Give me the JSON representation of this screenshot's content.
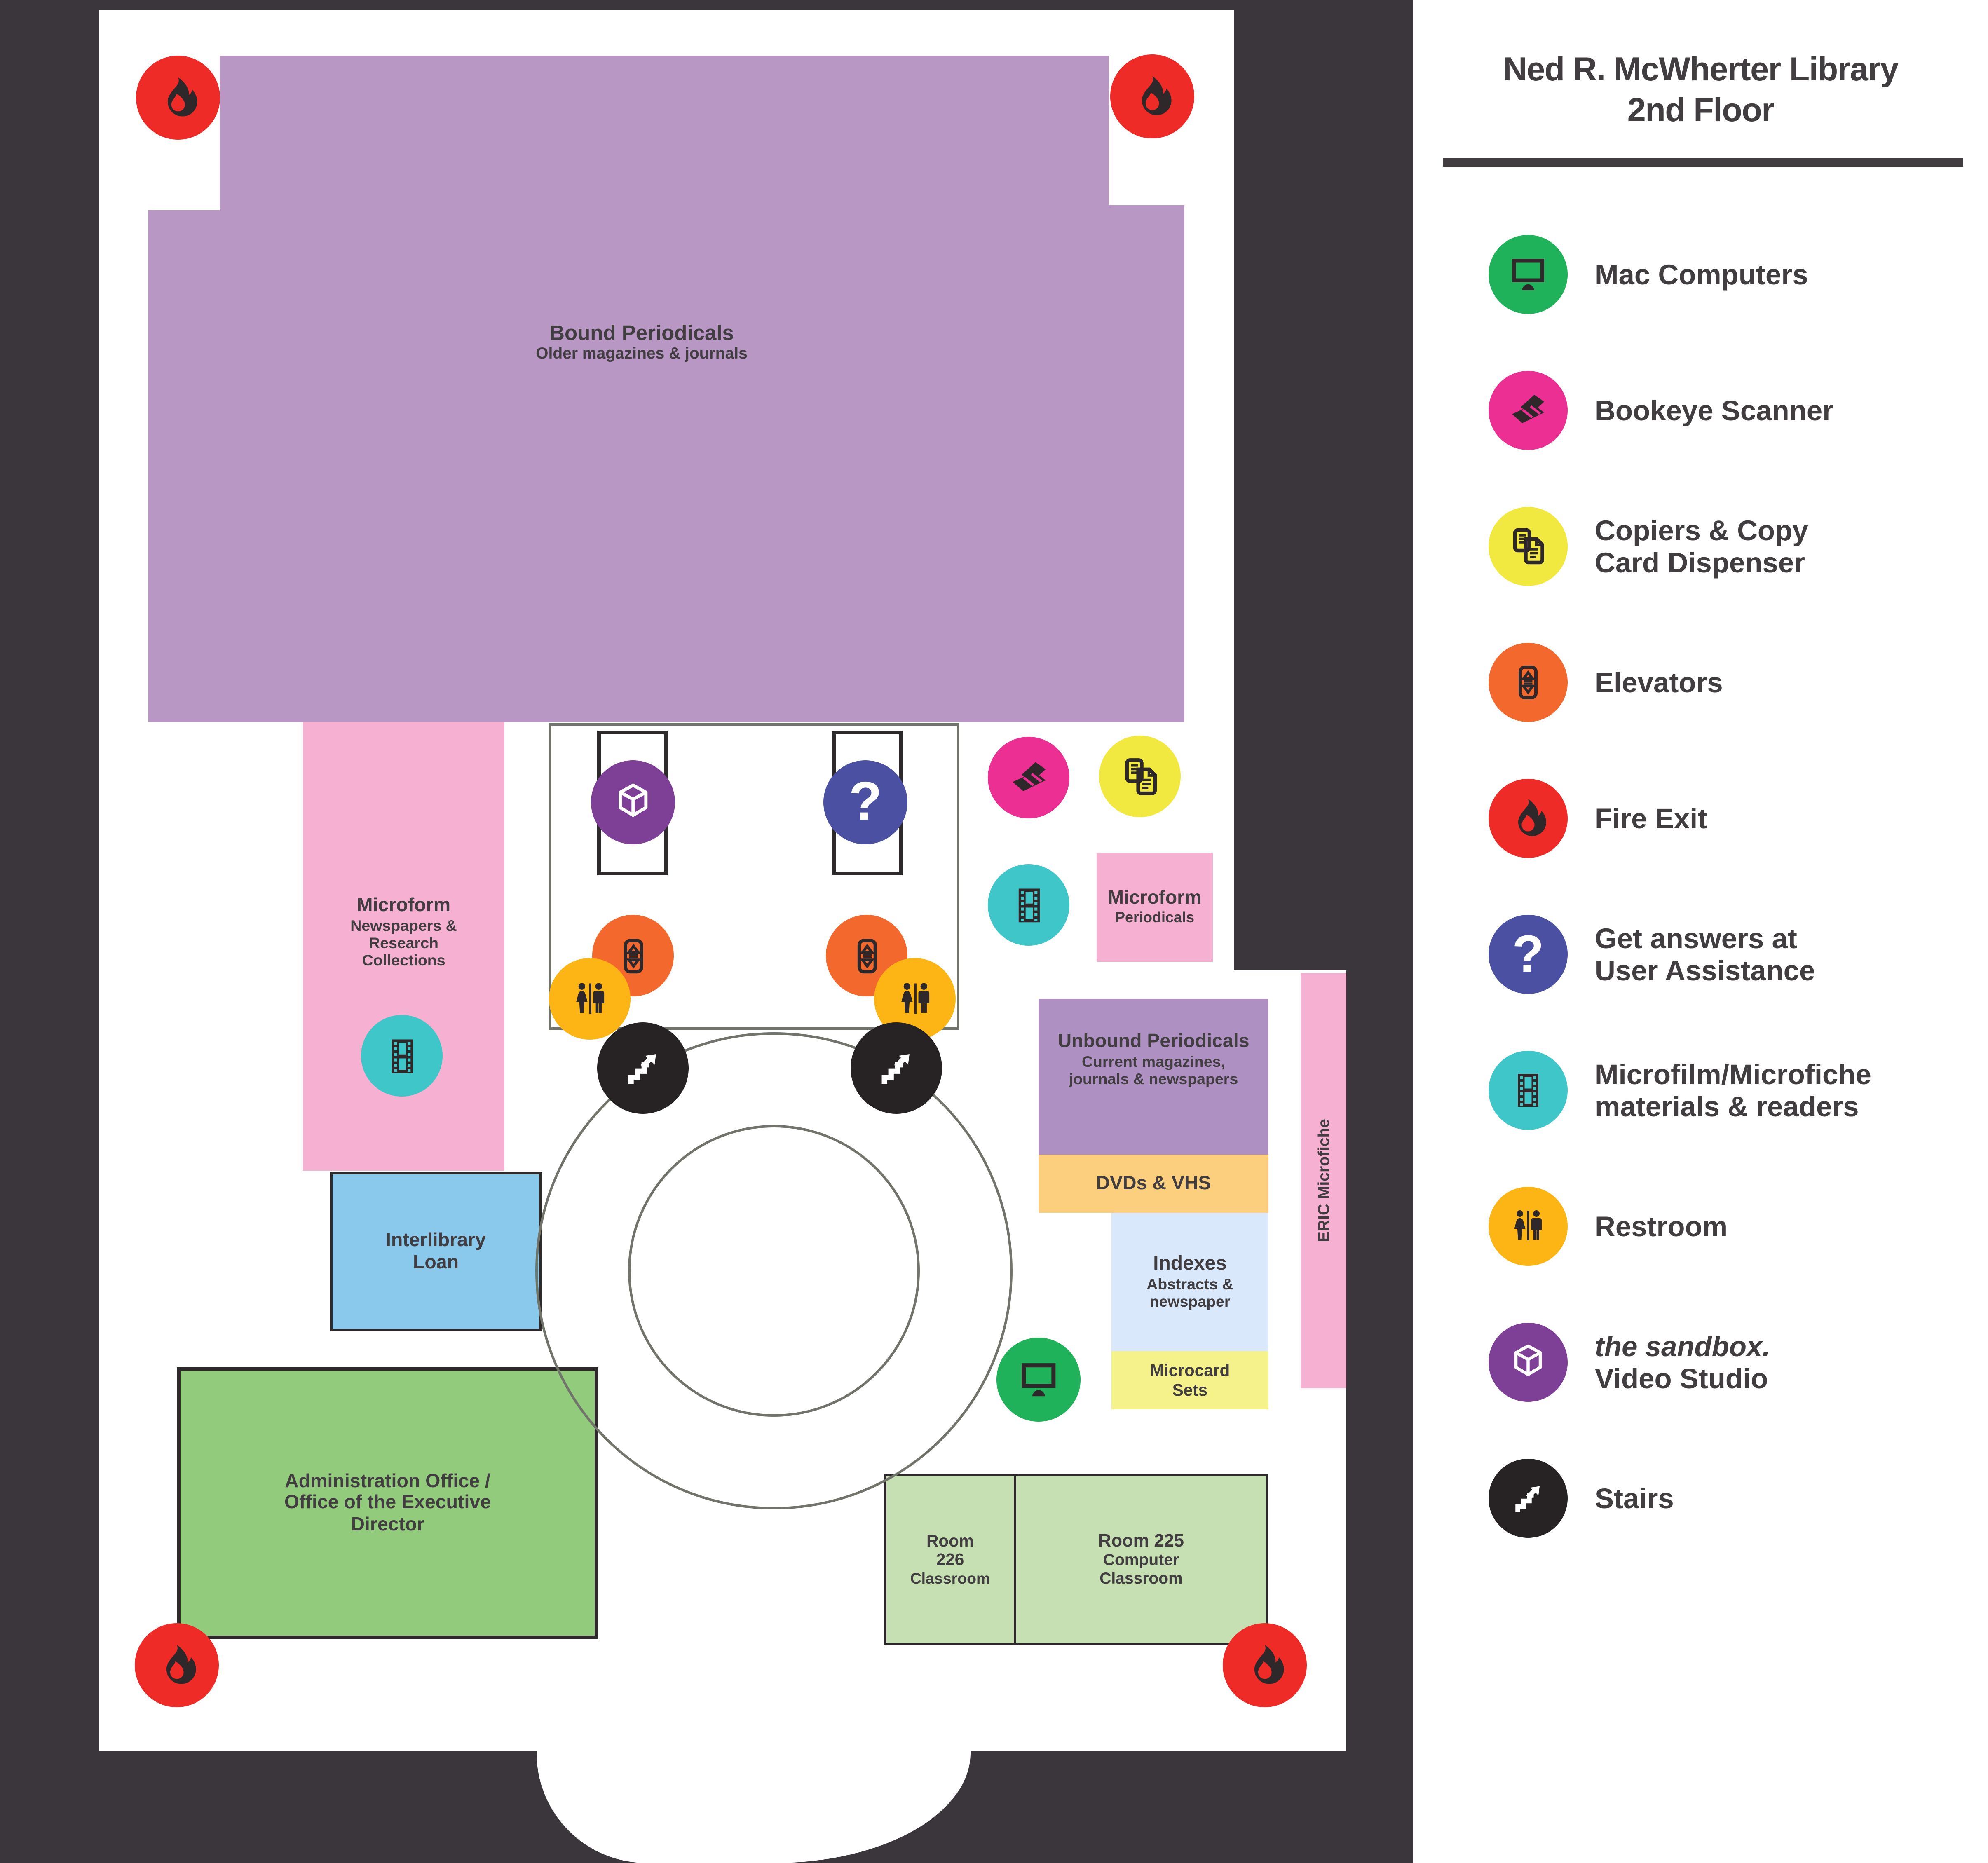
{
  "legend": {
    "title_line1": "Ned R. McWherter Library",
    "title_line2": "2nd Floor",
    "items": [
      {
        "icon": "mac",
        "color": "#1fb25a",
        "lines": [
          "Mac Computers"
        ]
      },
      {
        "icon": "scanner",
        "color": "#ec2f92",
        "lines": [
          "Bookeye Scanner"
        ]
      },
      {
        "icon": "copier",
        "color": "#f1e93f",
        "lines": [
          "Copiers & Copy",
          "Card Dispenser"
        ]
      },
      {
        "icon": "elevator",
        "color": "#f3692d",
        "lines": [
          "Elevators"
        ]
      },
      {
        "icon": "flame",
        "color": "#ee2b26",
        "lines": [
          "Fire Exit"
        ]
      },
      {
        "icon": "question",
        "color": "#4b50a3",
        "lines": [
          "Get answers at",
          "User Assistance"
        ],
        "light": true
      },
      {
        "icon": "film",
        "color": "#3fc6c9",
        "lines": [
          "Microfilm/Microfiche",
          "materials & readers"
        ]
      },
      {
        "icon": "restroom",
        "color": "#fdb515",
        "lines": [
          "Restroom"
        ]
      },
      {
        "icon": "cube",
        "color": "#7e3f97",
        "lines": [
          "the sandbox.",
          "Video Studio"
        ],
        "italic_line": 0,
        "light": true
      },
      {
        "icon": "stairs",
        "color": "#272324",
        "lines": [
          "Stairs"
        ],
        "light": true
      }
    ]
  },
  "map": {
    "bound": {
      "title": "Bound Periodicals",
      "subtitle": "Older magazines & journals",
      "color": "#b897c5"
    },
    "microform_left": {
      "title": "Microform",
      "lines": [
        "Newspapers &",
        "Research",
        "Collections"
      ],
      "color": "#f5b0d2"
    },
    "interlibrary": {
      "lines": [
        "Interlibrary",
        "Loan"
      ],
      "color": "#8bc9ec"
    },
    "admin": {
      "lines": [
        "Administration Office /",
        "Office of the Executive",
        "Director"
      ],
      "color": "#92cb7c"
    },
    "room226": {
      "lines": [
        "Room",
        "226",
        "Classroom"
      ],
      "color": "#c6e0b4"
    },
    "room225": {
      "lines": [
        "Room 225",
        "Computer",
        "Classroom"
      ],
      "color": "#c6e0b4"
    },
    "unbound": {
      "title": "Unbound Periodicals",
      "lines": [
        "Current magazines,",
        "journals & newspapers"
      ],
      "color": "#af90c2"
    },
    "dvds": {
      "title": "DVDs & VHS",
      "color": "#fbcf7d"
    },
    "indexes": {
      "title": "Indexes",
      "lines": [
        "Abstracts &",
        "newspaper"
      ],
      "color": "#d9e9fb"
    },
    "microcard": {
      "lines": [
        "Microcard",
        "Sets"
      ],
      "color": "#f5f28c"
    },
    "microform_periodicals": {
      "title": "Microform",
      "subtitle": "Periodicals",
      "color": "#f5b0d2"
    },
    "eric": {
      "label": "ERIC Microfiche",
      "color": "#f5b0d2"
    }
  },
  "icons": {
    "mac-icon": "computer monitor",
    "scanner-icon": "bookeye flatbed scanner",
    "copier-icon": "two document pages",
    "elevator-icon": "elevator up-down buttons",
    "flame-icon": "fire flame",
    "question-icon": "question mark",
    "film-icon": "microfilm strip",
    "restroom-icon": "woman and man figures",
    "cube-icon": "wireframe cube",
    "stairs-icon": "steps with up arrow"
  },
  "colors": {
    "background": "#3a363b",
    "panel": "#ffffff",
    "wall_line": "#70746a",
    "text": "#413d40",
    "fire": "#ee2b26",
    "elevator": "#f3692d",
    "restroom": "#fdb515",
    "question": "#4b50a3",
    "sandbox": "#7e3f97",
    "microfilm": "#3fc6c9",
    "scanner": "#ec2f92",
    "copier": "#f1e93f",
    "mac": "#1fb25a",
    "stairs": "#272324"
  }
}
